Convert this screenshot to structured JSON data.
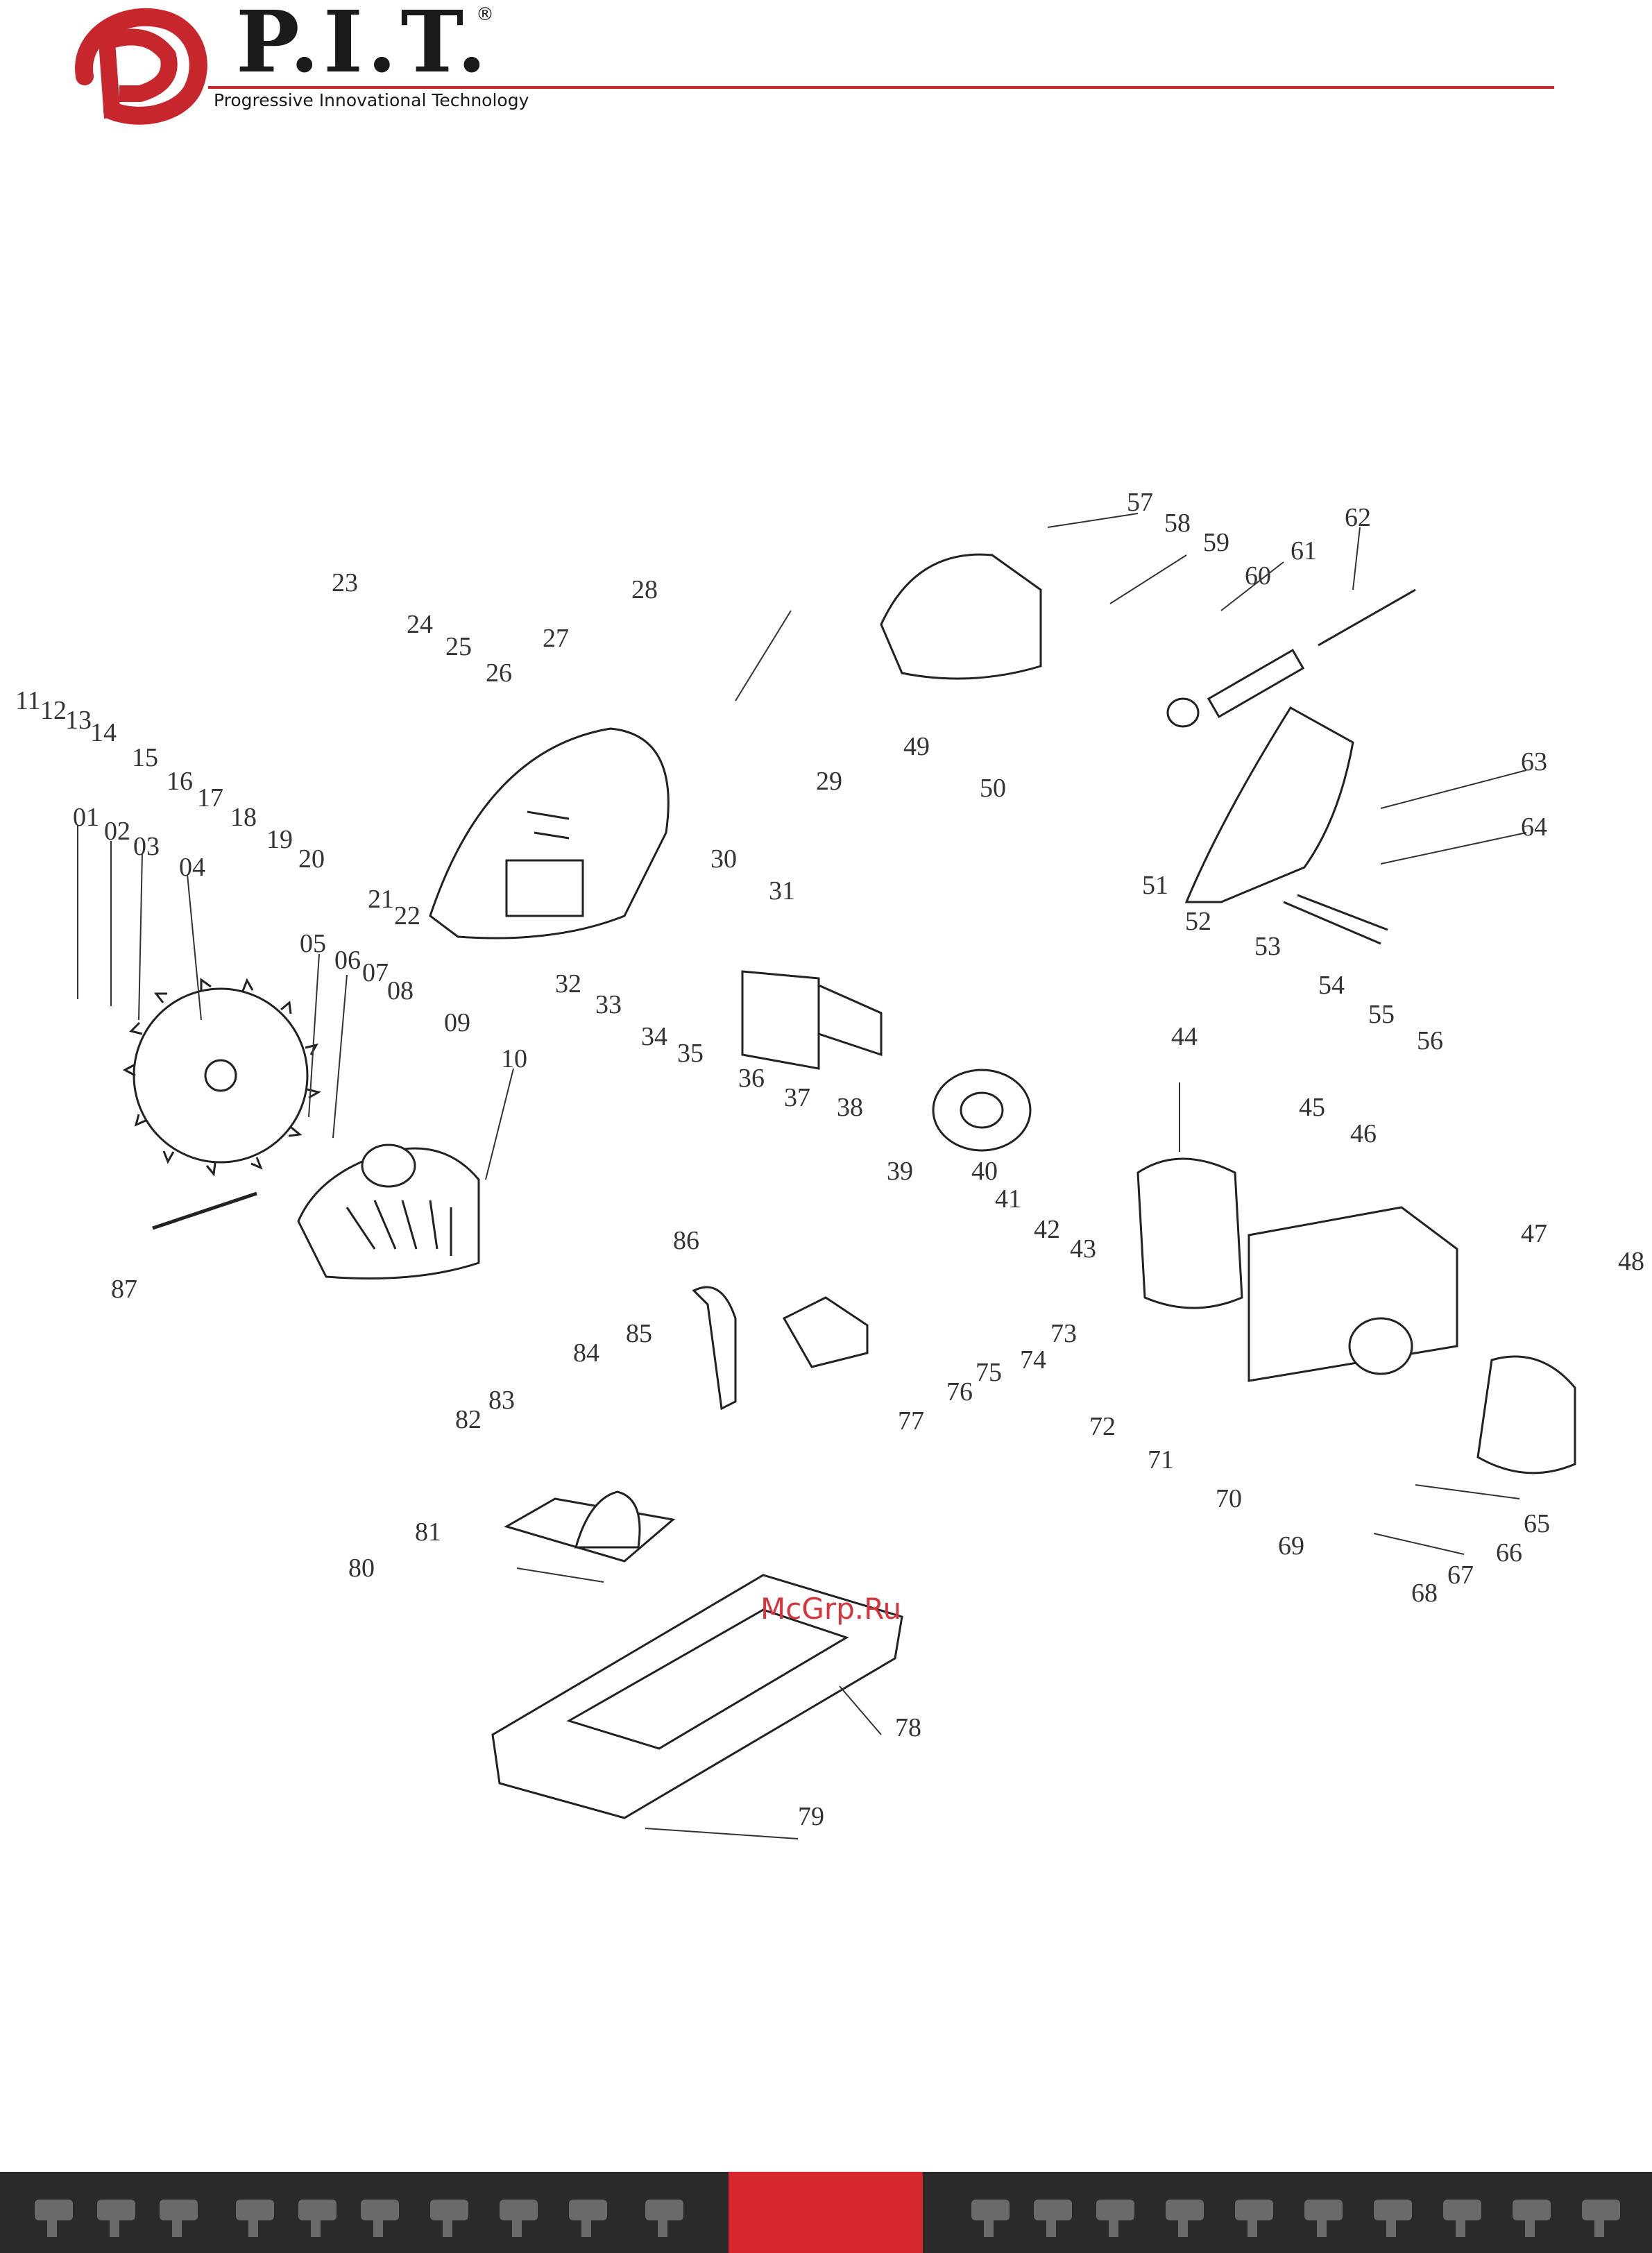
{
  "header": {
    "brand_name": "P.I.T.",
    "registered_mark": "®",
    "tagline": "Progressive Innovational Technology",
    "brand_color": "#c8262d"
  },
  "diagram": {
    "watermark": "McGrp.Ru",
    "part_numbers": [
      "01",
      "02",
      "03",
      "04",
      "05",
      "06",
      "07",
      "08",
      "09",
      "10",
      "11",
      "12",
      "13",
      "14",
      "15",
      "16",
      "17",
      "18",
      "19",
      "20",
      "21",
      "22",
      "23",
      "24",
      "25",
      "26",
      "27",
      "28",
      "29",
      "30",
      "31",
      "32",
      "33",
      "34",
      "35",
      "36",
      "37",
      "38",
      "39",
      "40",
      "41",
      "42",
      "43",
      "44",
      "45",
      "46",
      "47",
      "48",
      "49",
      "50",
      "51",
      "52",
      "53",
      "54",
      "55",
      "56",
      "57",
      "58",
      "59",
      "60",
      "61",
      "62",
      "63",
      "64",
      "65",
      "66",
      "67",
      "68",
      "69",
      "70",
      "71",
      "72",
      "73",
      "74",
      "75",
      "76",
      "77",
      "78",
      "79",
      "80",
      "81",
      "82",
      "83",
      "84",
      "85",
      "86",
      "87"
    ]
  },
  "footer": {
    "bar_color": "#2a2a2a",
    "accent_color": "#d7282f",
    "icons": [
      "circular-saw-icon",
      "drill-icon",
      "generator-icon",
      "hammer-drill-icon",
      "concrete-mixer-icon",
      "grinder-icon",
      "jigsaw-icon"
    ]
  }
}
